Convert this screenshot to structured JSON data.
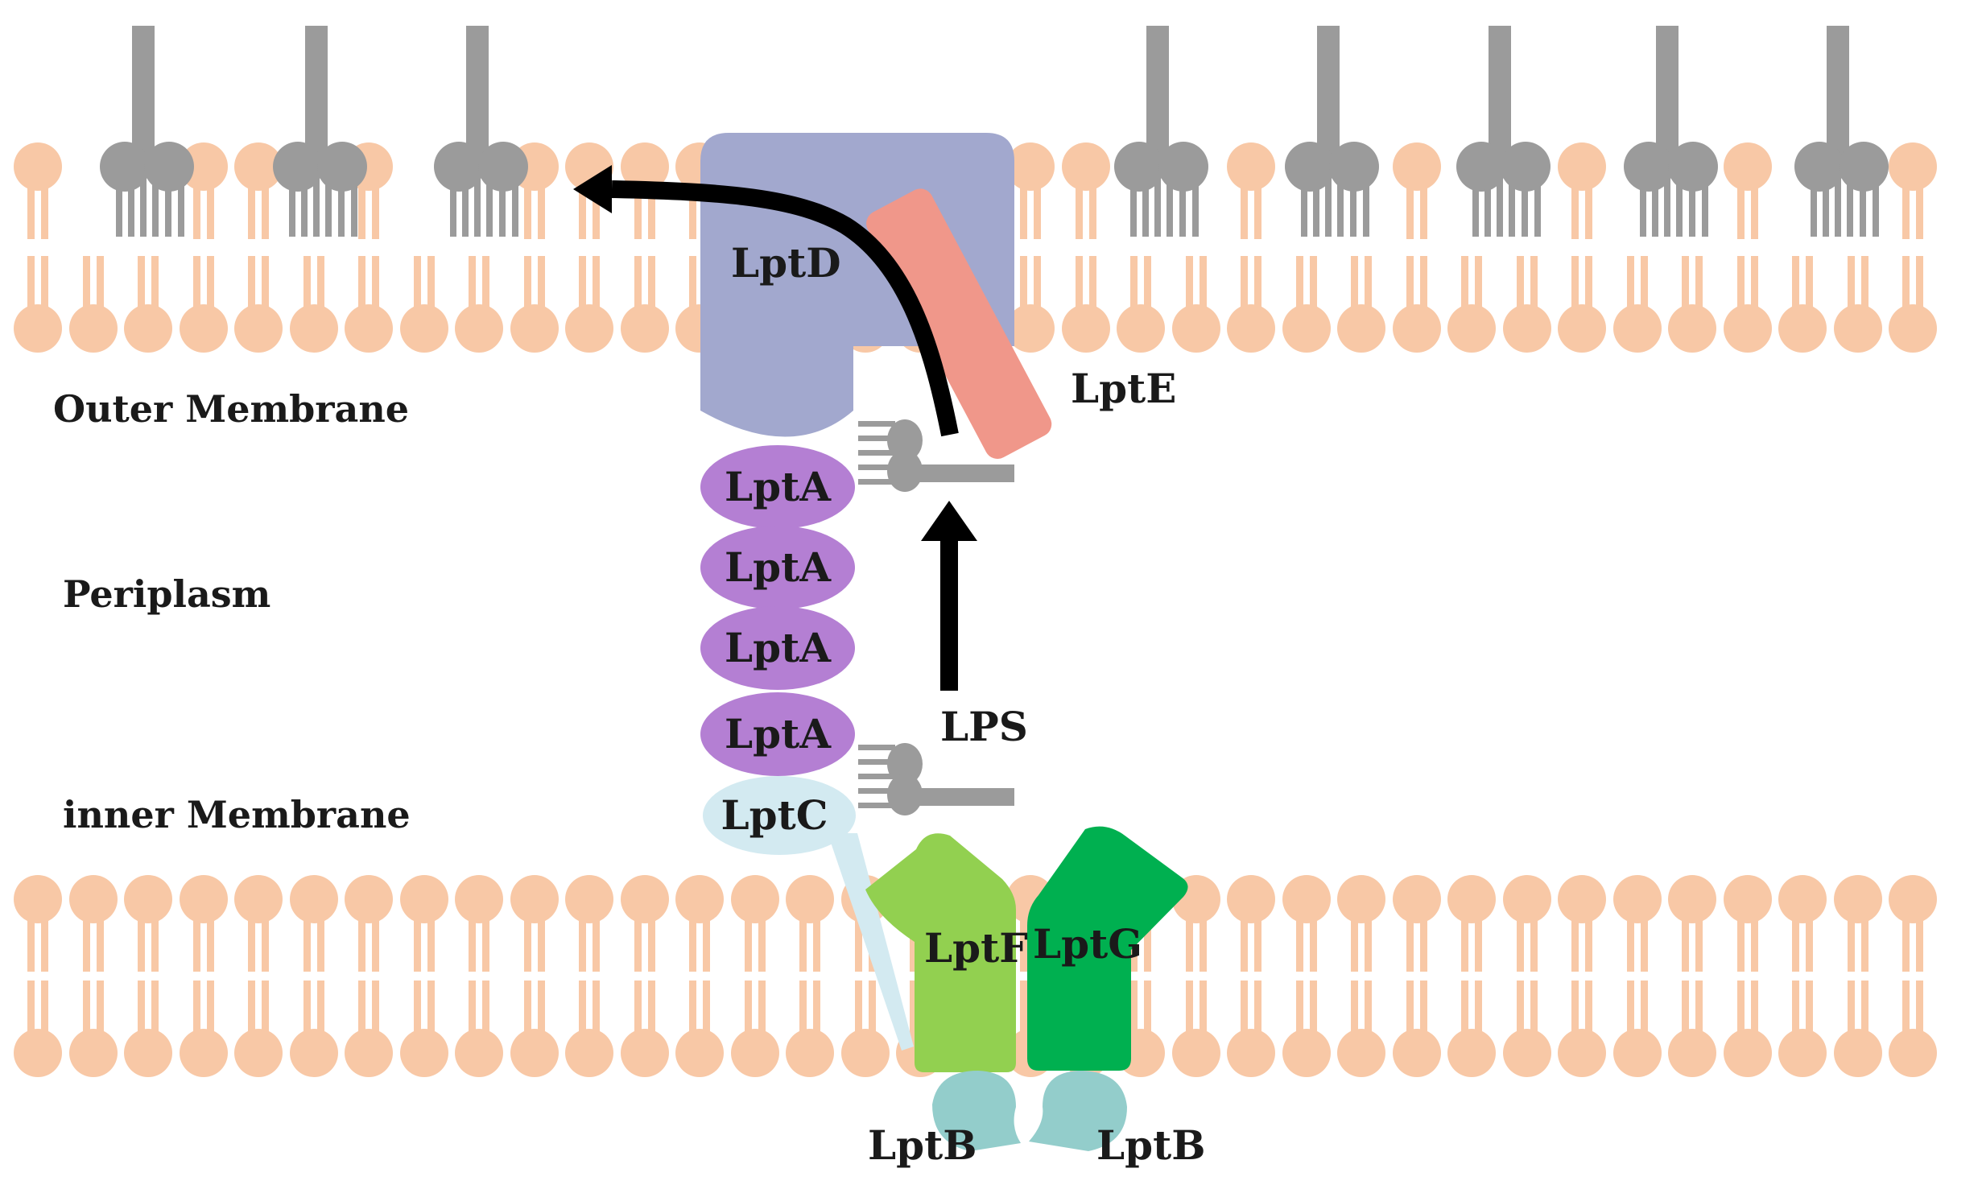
{
  "colors": {
    "lipid": "#f8c8a6",
    "lps": "#9b9b9b",
    "lptD": "#a2a8ce",
    "lptE": "#f0978a",
    "lptA": "#b47fd3",
    "lptC": "#d3eaf1",
    "lptF": "#92d050",
    "lptG": "#00b050",
    "lptB": "#93cdcb",
    "arrow": "#000000"
  },
  "regions": {
    "outer": "Outer Membrane",
    "periplasm": "Periplasm",
    "inner": "inner Membrane"
  },
  "proteins": {
    "lptD": "LptD",
    "lptE": "LptE",
    "lptA": [
      "LptA",
      "LptA",
      "LptA",
      "LptA"
    ],
    "lptC": "LptC",
    "lptF": "LptF",
    "lptG": "LptG",
    "lptB_left": "LptB",
    "lptB_right": "LptB"
  },
  "molecules": {
    "lps": "LPS"
  }
}
